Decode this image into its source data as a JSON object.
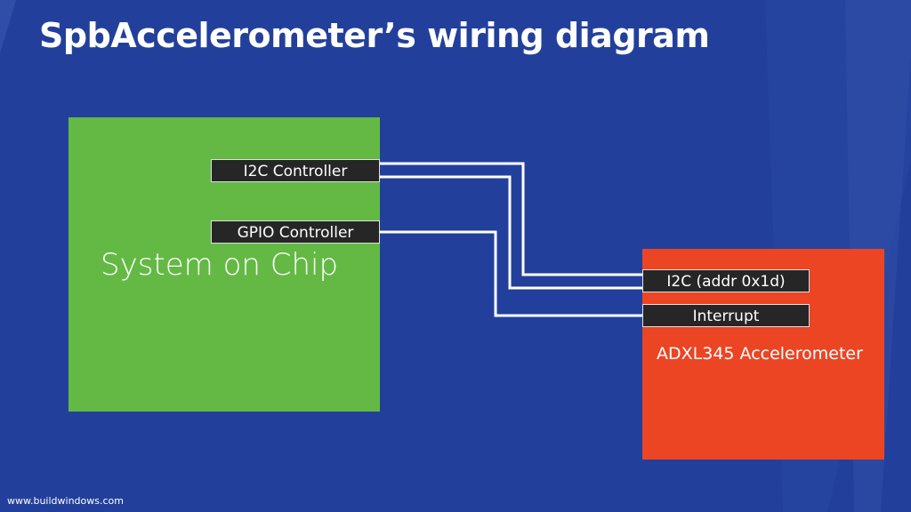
{
  "slide": {
    "title": "SpbAccelerometer’s wiring diagram",
    "footer": "www.buildwindows.com"
  },
  "diagram": {
    "soc": {
      "label": "System on Chip",
      "color": "#63b944",
      "ports": {
        "i2c": "I2C Controller",
        "gpio": "GPIO Controller"
      }
    },
    "accelerometer": {
      "label": "ADXL345 Accelerometer",
      "color": "#eb4524",
      "ports": {
        "i2c": "I2C (addr 0x1d)",
        "interrupt": "Interrupt"
      }
    },
    "connections": [
      {
        "from": "I2C Controller",
        "to": "I2C (addr 0x1d)",
        "lines": 2
      },
      {
        "from": "GPIO Controller",
        "to": "Interrupt",
        "lines": 1
      }
    ]
  },
  "colors": {
    "background": "#22409b",
    "wire": "#ffffff",
    "port": "#262626"
  }
}
